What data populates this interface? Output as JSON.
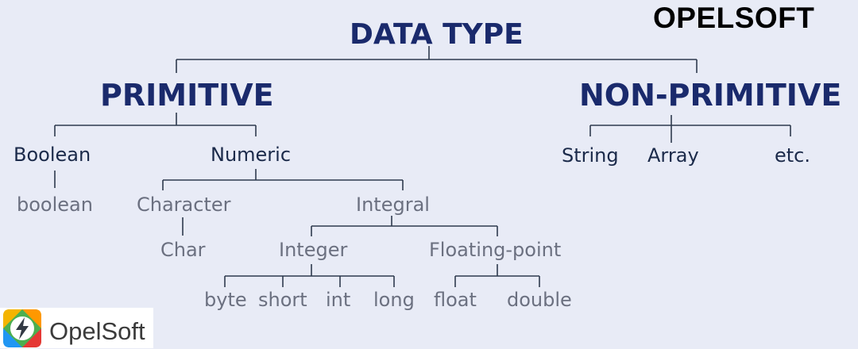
{
  "brand": {
    "top_label": "OPELSOFT",
    "logo_label": "OpelSoft",
    "logo_icon": "lightning-bolt-icon"
  },
  "diagram": {
    "root": "DATA TYPE",
    "primitive": {
      "label": "PRIMITIVE",
      "boolean": {
        "label": "Boolean",
        "child": "boolean"
      },
      "numeric": {
        "label": "Numeric",
        "character": {
          "label": "Character",
          "child": "Char"
        },
        "integral": {
          "label": "Integral",
          "integer": {
            "label": "Integer",
            "children": [
              "byte",
              "short",
              "int",
              "long"
            ]
          },
          "floating": {
            "label": "Floating-point",
            "children": [
              "float",
              "double"
            ]
          }
        }
      }
    },
    "non_primitive": {
      "label": "NON-PRIMITIVE",
      "children": [
        "String",
        "Array",
        "etc."
      ]
    }
  },
  "colors": {
    "background": "#e8ebf6",
    "heading": "#1a2a6c",
    "node_dark": "#1b2a4a",
    "node_muted": "#6b7080",
    "connector": "#2e3a4e"
  }
}
